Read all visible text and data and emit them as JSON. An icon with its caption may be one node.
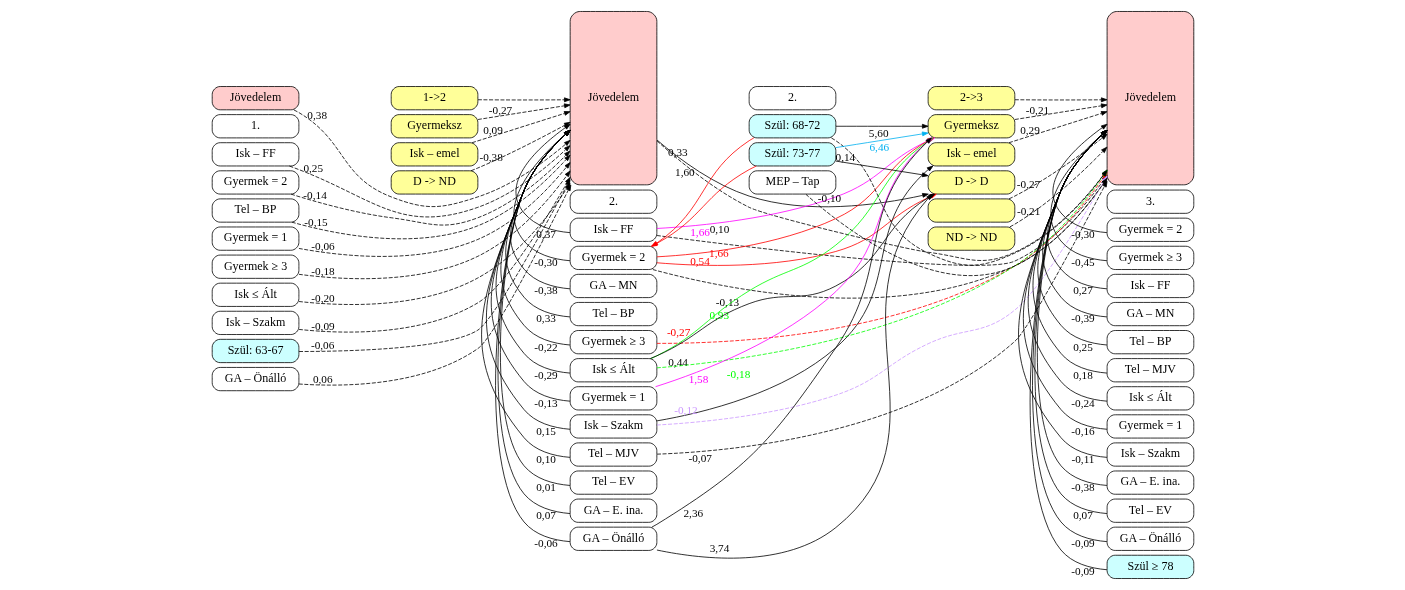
{
  "diagram": {
    "nodes": [
      {
        "text": [
          "Jövedelem"
        ]
      },
      {
        "text": [
          "1."
        ]
      },
      {
        "text": [
          "Isk – FF"
        ]
      },
      {
        "text": [
          "Gyermek = 2"
        ]
      },
      {
        "text": [
          "Tel – BP"
        ]
      },
      {
        "text": [
          "Gyermek = 1"
        ]
      },
      {
        "text": [
          "Gyermek ≥ 3"
        ]
      },
      {
        "text": [
          "Isk ≤ Ált"
        ]
      },
      {
        "text": [
          "Isk – Szakm"
        ]
      },
      {
        "text": [
          "Szül: 63-67"
        ]
      },
      {
        "text": [
          "GA – Önálló"
        ]
      },
      {
        "text": [
          "1->2"
        ]
      },
      {
        "text": [
          "Gyermeksz"
        ]
      },
      {
        "text": [
          "Isk – emel"
        ]
      },
      {
        "text": [
          "D -> ND"
        ]
      },
      {
        "text": [
          "Jövedelem"
        ]
      },
      {
        "text": [
          "2."
        ]
      },
      {
        "text": [
          "Isk – FF"
        ]
      },
      {
        "text": [
          "Gyermek = 2"
        ]
      },
      {
        "text": [
          "GA – MN"
        ]
      },
      {
        "text": [
          "Tel – BP"
        ]
      },
      {
        "text": [
          "Gyermek ≥ 3"
        ]
      },
      {
        "text": [
          "Isk ≤ Ált"
        ]
      },
      {
        "text": [
          "Gyermek = 1"
        ]
      },
      {
        "text": [
          "Isk – Szakm"
        ]
      },
      {
        "text": [
          "Tel – MJV"
        ]
      },
      {
        "text": [
          "Tel – EV"
        ]
      },
      {
        "text": [
          "GA – E. ina."
        ]
      },
      {
        "text": [
          "GA – Önálló"
        ]
      },
      {
        "text": [
          "2."
        ]
      },
      {
        "text": [
          "Szül: 68-72"
        ]
      },
      {
        "text": [
          "Szül: 73-77"
        ]
      },
      {
        "text": [
          "MEP – Tap"
        ]
      },
      {
        "text": [
          "2->3"
        ]
      },
      {
        "text": [
          "Gyermeksz"
        ]
      },
      {
        "text": [
          "Isk – emel"
        ]
      },
      {
        "text": [
          "D -> D"
        ]
      },
      {
        "text": [],
        "shape": "box"
      },
      {
        "text": [
          "ND -> ND"
        ]
      },
      {
        "text": [
          "Jövedelem"
        ]
      },
      {
        "text": [
          "3."
        ]
      },
      {
        "text": [
          "Gyermek = 2"
        ]
      },
      {
        "text": [
          "Gyermek ≥ 3"
        ]
      },
      {
        "text": [
          "Isk – FF"
        ]
      },
      {
        "text": [
          "GA – MN"
        ]
      },
      {
        "text": [
          "Tel – BP"
        ]
      },
      {
        "text": [
          "Tel – MJV"
        ]
      },
      {
        "text": [
          "Isk ≤ Ált"
        ]
      },
      {
        "text": [
          "Gyermek = 1"
        ]
      },
      {
        "text": [
          "Isk – Szakm"
        ]
      },
      {
        "text": [
          "GA – E. ina."
        ]
      },
      {
        "text": [
          "Tel – EV"
        ]
      },
      {
        "text": [
          "GA – Önálló"
        ]
      },
      {
        "text": [
          "Szül ≥ 78"
        ]
      }
    ],
    "edges": [
      {
        "from": 0,
        "to": 15,
        "arrow": "to",
        "label": "0,38",
        "style": "dashed"
      },
      {
        "from": 2,
        "to": 15,
        "arrow": "to",
        "label": "0,25",
        "style": "dashed"
      },
      {
        "from": 3,
        "to": 15,
        "arrow": "to",
        "label": "-0,14",
        "style": "dashed"
      },
      {
        "from": 4,
        "to": 15,
        "arrow": "to",
        "label": "-0,15",
        "style": "dashed"
      },
      {
        "from": 5,
        "to": 15,
        "arrow": "to",
        "label": "-0,06",
        "style": "dashed"
      },
      {
        "from": 6,
        "to": 15,
        "arrow": "to",
        "label": "-0,18",
        "style": "dashed"
      },
      {
        "from": 7,
        "to": 15,
        "arrow": "to",
        "label": "-0,20",
        "style": "dashed"
      },
      {
        "from": 8,
        "to": 15,
        "arrow": "to",
        "label": "-0,09",
        "style": "dashed"
      },
      {
        "from": 9,
        "to": 15,
        "arrow": "to",
        "label": "-0,06",
        "style": "dashed"
      },
      {
        "from": 10,
        "to": 15,
        "arrow": "to",
        "label": "0,06",
        "style": "dashed"
      },
      {
        "from": 11,
        "to": 15,
        "arrow": "to",
        "style": "dashed"
      },
      {
        "from": 12,
        "to": 15,
        "arrow": "to",
        "label": "-0,27",
        "style": "dashed"
      },
      {
        "from": 13,
        "to": 15,
        "arrow": "to",
        "label": "0,09",
        "style": "dashed"
      },
      {
        "from": 14,
        "to": 15,
        "arrow": "to",
        "label": "-0,38",
        "style": "dashed"
      },
      {
        "from": 17,
        "to": 15,
        "arrow": "to",
        "label": "0,37"
      },
      {
        "from": 18,
        "to": 15,
        "arrow": "to",
        "label": "-0,30"
      },
      {
        "from": 19,
        "to": 15,
        "arrow": "to",
        "label": "-0,38"
      },
      {
        "from": 20,
        "to": 15,
        "arrow": "to",
        "label": "0,33"
      },
      {
        "from": 21,
        "to": 15,
        "arrow": "to",
        "label": "-0,22"
      },
      {
        "from": 22,
        "to": 15,
        "arrow": "to",
        "label": "-0,29"
      },
      {
        "from": 23,
        "to": 15,
        "arrow": "to",
        "label": "-0,13"
      },
      {
        "from": 24,
        "to": 15,
        "arrow": "to",
        "label": "0,15"
      },
      {
        "from": 25,
        "to": 15,
        "arrow": "to",
        "label": "0,10"
      },
      {
        "from": 26,
        "to": 15,
        "arrow": "to",
        "label": "0,01"
      },
      {
        "from": 27,
        "to": 15,
        "arrow": "to",
        "label": "0,07"
      },
      {
        "from": 28,
        "to": 15,
        "arrow": "to",
        "label": "-0,06"
      },
      {
        "from": 15,
        "to": 39,
        "arrow": "to",
        "label": "0,33",
        "style": "dashed"
      },
      {
        "from": 15,
        "to": 36,
        "arrow": "to",
        "label": "1,60"
      },
      {
        "from": 17,
        "to": 34,
        "arrow": "to",
        "label": "1,66",
        "color": "#ff00ff"
      },
      {
        "from": 18,
        "to": 34,
        "arrow": "to",
        "label": "0,54",
        "color": "#ff0000"
      },
      {
        "from": 18,
        "to": 36,
        "arrow": "to",
        "label": "1,66",
        "color": "#ff0000"
      },
      {
        "from": 30,
        "to": 18,
        "arrow": "to",
        "color": "#ff0000"
      },
      {
        "from": 31,
        "to": 18,
        "arrow": "to",
        "color": "#ff0000"
      },
      {
        "from": 30,
        "to": 34,
        "arrow": "to",
        "label": "5,60"
      },
      {
        "from": 31,
        "to": 34,
        "arrow": "to",
        "label": "6,46",
        "color": "#00b0f0"
      },
      {
        "from": 31,
        "to": 36,
        "arrow": "to"
      },
      {
        "from": 23,
        "to": 34,
        "arrow": "to",
        "label": "1,58",
        "color": "#ff00ff"
      },
      {
        "from": 22,
        "to": 34,
        "arrow": "to",
        "label": "0,93",
        "color": "#00ff00"
      },
      {
        "from": 22,
        "to": 36,
        "arrow": "to",
        "label": "0,44"
      },
      {
        "from": 24,
        "to": 35,
        "arrow": "to"
      },
      {
        "from": 28,
        "to": 34,
        "arrow": "to",
        "label": "2,36"
      },
      {
        "from": 28,
        "to": 36,
        "arrow": "to",
        "label": "3,74"
      },
      {
        "from": 33,
        "to": 39,
        "arrow": "to",
        "style": "dashed"
      },
      {
        "from": 17,
        "to": 39,
        "arrow": "to",
        "label": "0,10",
        "style": "dashed"
      },
      {
        "from": 18,
        "to": 39,
        "arrow": "to",
        "label": "-0,13",
        "style": "dashed"
      },
      {
        "from": 30,
        "to": 39,
        "arrow": "to",
        "label": "0,14",
        "style": "dashed"
      },
      {
        "from": 21,
        "to": 39,
        "arrow": "to",
        "label": "-0,27",
        "style": "dashed",
        "color": "#ff0000"
      },
      {
        "from": 24,
        "to": 39,
        "arrow": "to",
        "label": "-0,12",
        "style": "dashed",
        "color": "#cc99ff"
      },
      {
        "from": 22,
        "to": 39,
        "arrow": "to",
        "label": "-0,18",
        "style": "dashed",
        "color": "#00ff00"
      },
      {
        "from": 25,
        "to": 39,
        "arrow": "to",
        "label": "-0,07",
        "style": "dashed"
      },
      {
        "from": 32,
        "to": 39,
        "arrow": "to",
        "label": "-0,10",
        "style": "dashed"
      },
      {
        "from": 34,
        "to": 39,
        "arrow": "to",
        "label": "-0,21",
        "style": "dashed"
      },
      {
        "from": 35,
        "to": 39,
        "arrow": "to",
        "label": "0,29",
        "style": "dashed"
      },
      {
        "from": 37,
        "to": 39,
        "arrow": "to",
        "label": "-0,27",
        "style": "dashed"
      },
      {
        "from": 38,
        "to": 39,
        "arrow": "to",
        "label": "-0,21",
        "style": "dashed"
      },
      {
        "from": 41,
        "to": 39,
        "arrow": "to",
        "label": "-0,30"
      },
      {
        "from": 42,
        "to": 39,
        "arrow": "to",
        "label": "-0,45"
      },
      {
        "from": 43,
        "to": 39,
        "arrow": "to",
        "label": "0,27"
      },
      {
        "from": 44,
        "to": 39,
        "arrow": "to",
        "label": "-0,39"
      },
      {
        "from": 45,
        "to": 39,
        "arrow": "to",
        "label": "0,25"
      },
      {
        "from": 46,
        "to": 39,
        "arrow": "to",
        "label": "0,18"
      },
      {
        "from": 47,
        "to": 39,
        "arrow": "to",
        "label": "-0,24"
      },
      {
        "from": 48,
        "to": 39,
        "arrow": "to",
        "label": "-0,16"
      },
      {
        "from": 49,
        "to": 39,
        "arrow": "to",
        "label": "-0,11"
      },
      {
        "from": 50,
        "to": 39,
        "arrow": "to",
        "label": "-0,38"
      },
      {
        "from": 51,
        "to": 39,
        "arrow": "to",
        "label": "0,07"
      },
      {
        "from": 52,
        "to": 39,
        "arrow": "to",
        "label": "-0,09"
      },
      {
        "from": 53,
        "to": 39,
        "arrow": "to",
        "label": "-0,09"
      }
    ]
  }
}
